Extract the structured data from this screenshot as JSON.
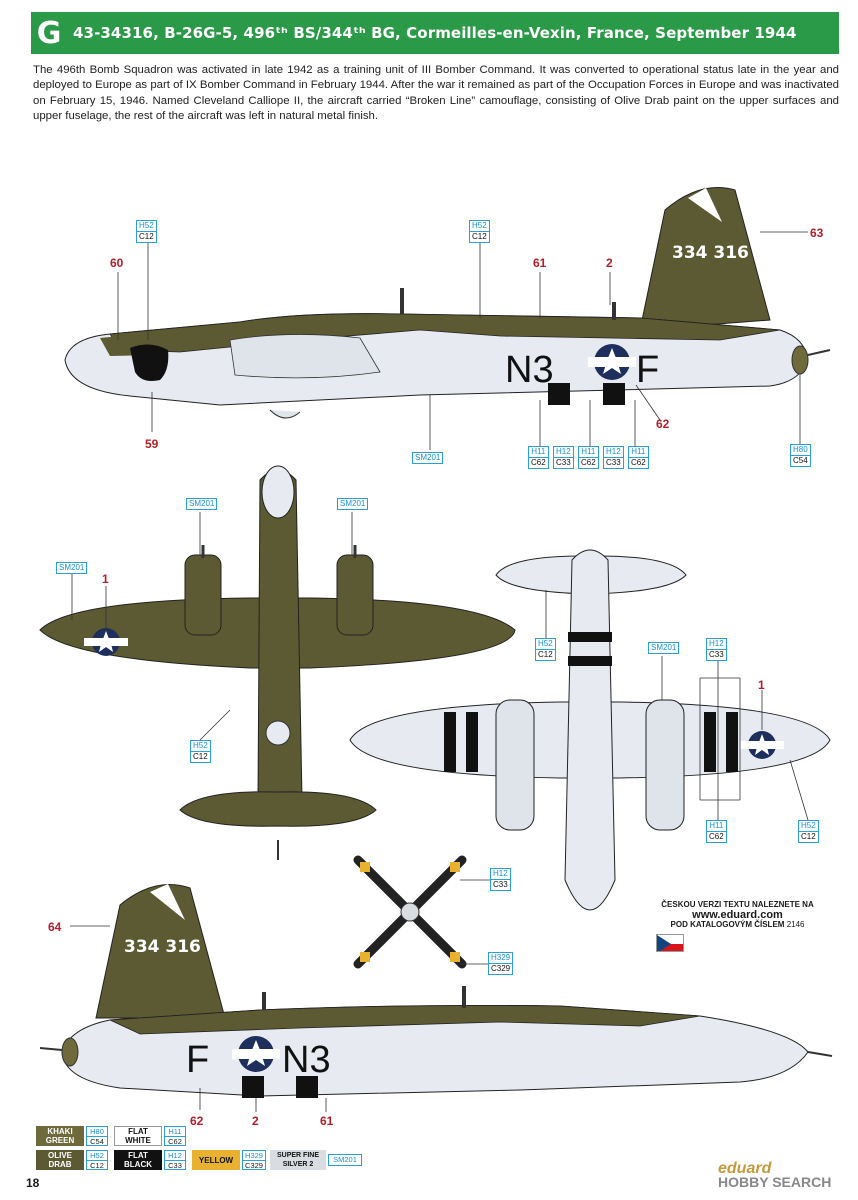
{
  "header": {
    "letter": "G",
    "title": "43-34316, B-26G-5, 496ᵗʰ BS/344ᵗʰ BG, Cormeilles-en-Vexin, France, September 1944"
  },
  "description": "The 496th Bomb Squadron was activated in late 1942 as a training unit of III Bomber Command. It was converted to operational status late in the year and deployed to Europe as part of IX Bomber Command in February 1944. After the war it remained as part of the Occupation Forces in Europe and was inactivated on February 15, 1946. Named Cleveland Calliope II, the aircraft carried “Broken Line” camouflage, consisting of Olive Drab paint on the upper surfaces and upper fuselage, the rest of the aircraft was left in natural metal finish.",
  "markings": {
    "serial": "334 316",
    "code_left": "N3",
    "code_right": "F"
  },
  "colors": {
    "header_green": "#2b9a48",
    "olive_drab": "#5c5a33",
    "khaki_green": "#6e6a3c",
    "natural_metal": "#e7ebf1",
    "callout_blue": "#2a9fd8",
    "callout_red": "#b1202a"
  },
  "callouts": {
    "h52c12": {
      "top": "H52",
      "bot": "C12"
    },
    "h11c62": {
      "top": "H11",
      "bot": "C62"
    },
    "h12c33": {
      "top": "H12",
      "bot": "C33"
    },
    "h80c54": {
      "top": "H80",
      "bot": "C54"
    },
    "h329c329": {
      "top": "H329",
      "bot": "C329"
    },
    "sm201": "SM201"
  },
  "numbers": {
    "n1": "1",
    "n2": "2",
    "n59": "59",
    "n60": "60",
    "n61": "61",
    "n62": "62",
    "n63": "63",
    "n64": "64"
  },
  "czech": {
    "line1": "ČESKOU VERZI TEXTU NALEZNETE NA",
    "url": "www.eduard.com",
    "line3": "POD KATALOGOVÝM ČÍSLEM",
    "catalog": "2146"
  },
  "legend": [
    {
      "name": "KHAKI GREEN",
      "h": "H80",
      "c": "C54"
    },
    {
      "name": "FLAT WHITE",
      "h": "H11",
      "c": "C62"
    },
    {
      "name": "OLIVE DRAB",
      "h": "H52",
      "c": "C12"
    },
    {
      "name": "FLAT BLACK",
      "h": "H12",
      "c": "C33"
    },
    {
      "name": "YELLOW",
      "h": "H329",
      "c": "C329"
    },
    {
      "name": "SUPER FINE SILVER 2",
      "sm": "SM201"
    }
  ],
  "footer": {
    "page": "18",
    "brand": "eduard",
    "watermark": "HOBBY SEARCH"
  }
}
